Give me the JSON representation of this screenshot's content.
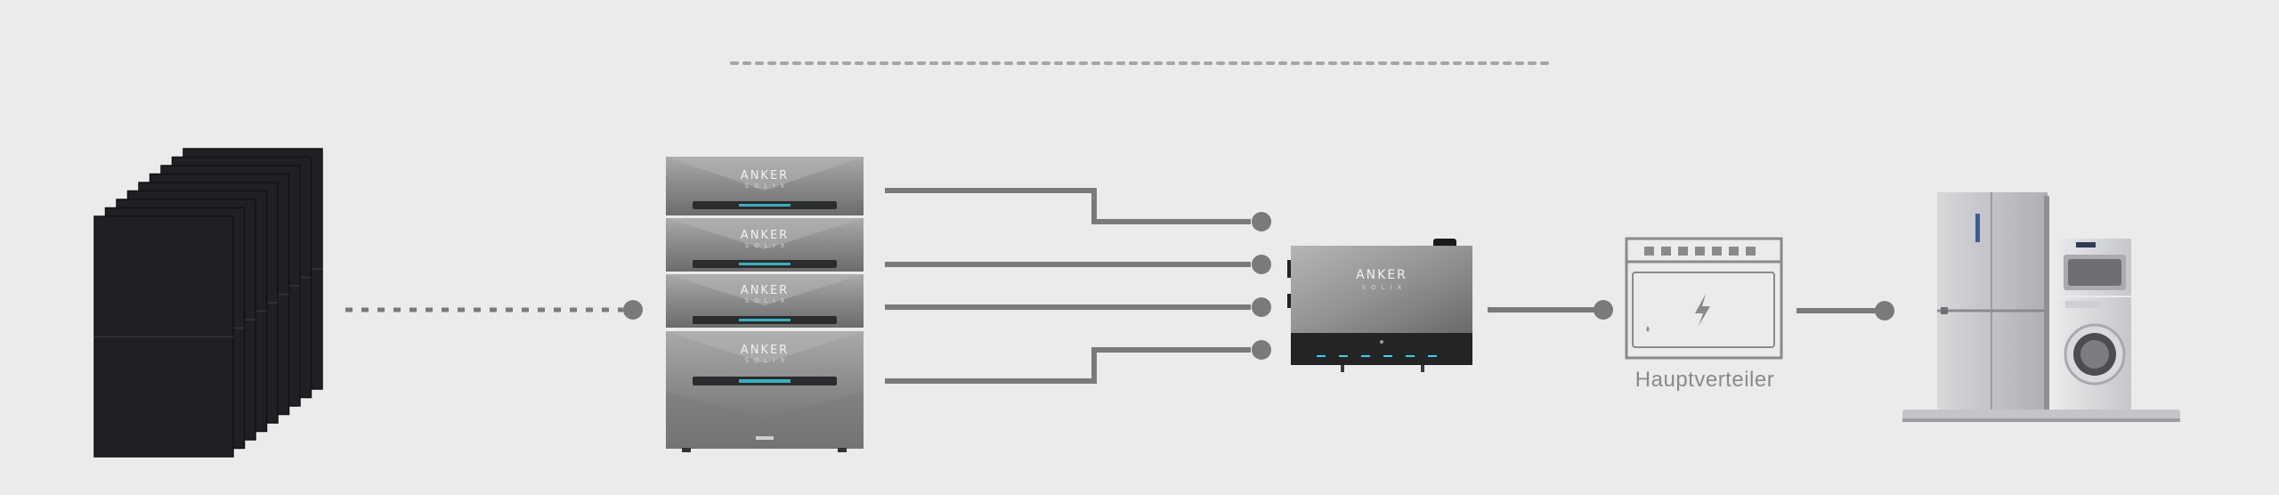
{
  "diagram": {
    "brand": {
      "main": "ANKER",
      "sub": "SOLIX"
    },
    "distribution_panel_label": "Hauptverteiler",
    "battery_modules": 4,
    "solar_panels": 9,
    "colors": {
      "background": "#ebebeb",
      "line": "#7a7a7a",
      "dotted_line": "#a5a5a5",
      "indicator_led": "#3fd0e6",
      "panel": "#1f2023"
    },
    "icons": [
      "solar-panel-array-icon",
      "battery-stack-icon",
      "inverter-icon",
      "distribution-panel-icon",
      "lightning-icon",
      "appliances-icon"
    ]
  }
}
